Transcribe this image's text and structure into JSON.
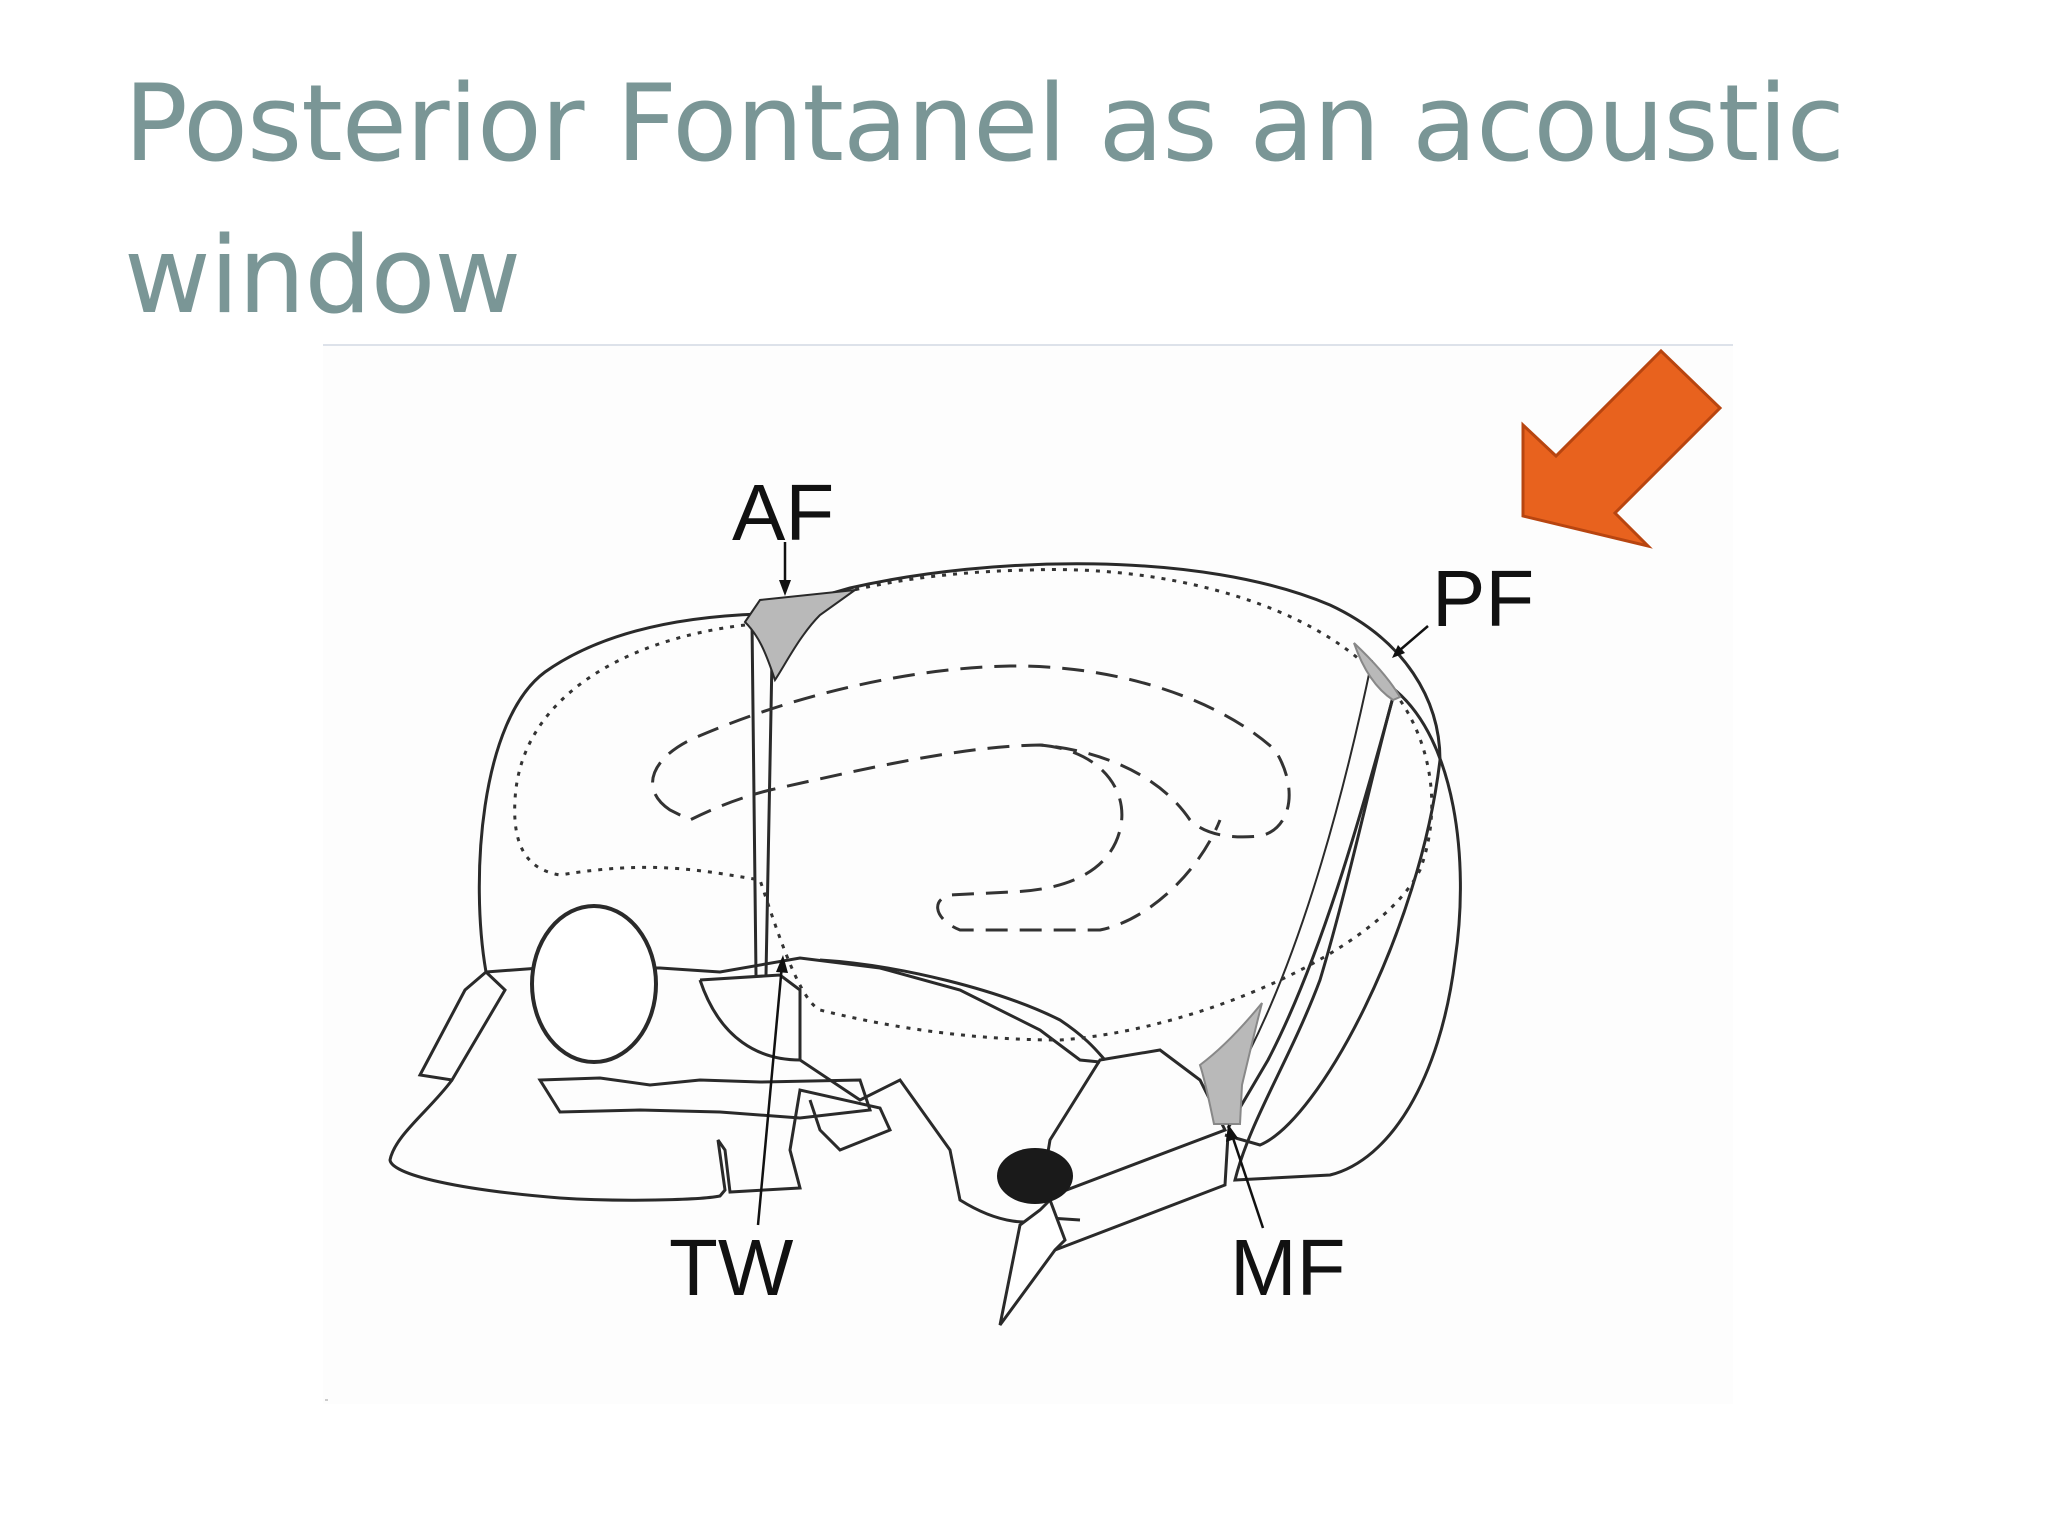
{
  "slide": {
    "title": "Posterior Fontanel as an acoustic window"
  },
  "diagram": {
    "labels": {
      "af": "AF",
      "pf": "PF",
      "tw": "TW",
      "mf": "MF"
    },
    "colors": {
      "title_text": "#7a9696",
      "fontanel_fill": "#b9b9b9",
      "outline": "#2a2a2a",
      "highlight_arrow": "#e8621e"
    },
    "icons": {
      "highlight": "down-left-arrow-icon"
    }
  }
}
